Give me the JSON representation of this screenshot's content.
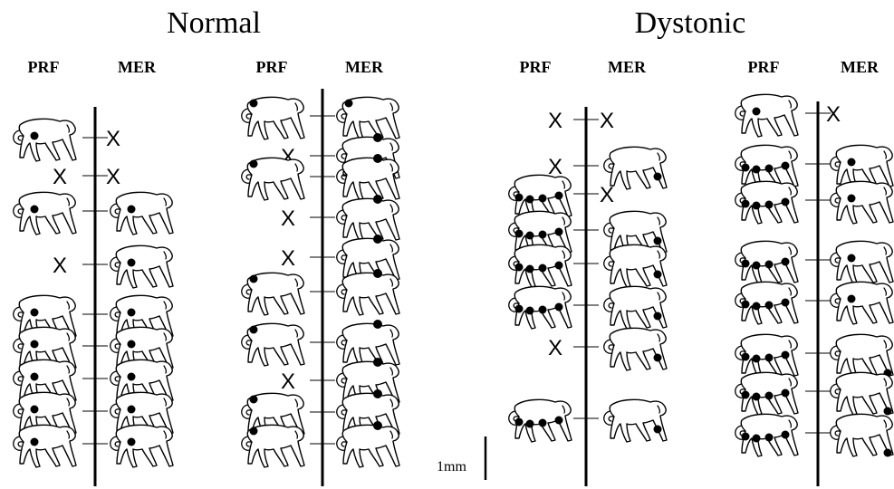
{
  "groups": {
    "normal_title": "Normal",
    "dystonic_title": "Dystonic"
  },
  "column_headers": {
    "prf": "PRF",
    "mer": "MER"
  },
  "absent_marker": "X",
  "scale_bar_label": "1mm",
  "panels": [
    {
      "group": "Normal",
      "sites": [
        {
          "prf": "body",
          "mer": "none"
        },
        {
          "prf": "none",
          "mer": "none"
        },
        {
          "prf": "body",
          "mer": "body"
        },
        {
          "prf": "none",
          "mer": "body"
        },
        {
          "prf": "body",
          "mer": "body"
        },
        {
          "prf": "body",
          "mer": "body"
        },
        {
          "prf": "body",
          "mer": "body"
        },
        {
          "prf": "body",
          "mer": "body"
        },
        {
          "prf": "body",
          "mer": "body"
        }
      ]
    },
    {
      "group": "Normal",
      "sites": [
        {
          "prf": "head",
          "mer": "head"
        },
        {
          "prf": "none",
          "mer": "face"
        },
        {
          "prf": "head",
          "mer": "face"
        },
        {
          "prf": "none",
          "mer": "face"
        },
        {
          "prf": "none",
          "mer": "face"
        },
        {
          "prf": "head",
          "mer": "face"
        },
        {
          "prf": "head",
          "mer": "face"
        },
        {
          "prf": "none",
          "mer": "face"
        },
        {
          "prf": "head",
          "mer": "face"
        },
        {
          "prf": "head",
          "mer": "face"
        }
      ]
    },
    {
      "group": "Dystonic",
      "sites": [
        {
          "prf": "none",
          "mer": "none"
        },
        {
          "prf": "none",
          "mer": "hindlimb"
        },
        {
          "prf": "limbs",
          "mer": "none"
        },
        {
          "prf": "limbs",
          "mer": "hindlimb"
        },
        {
          "prf": "limbs",
          "mer": "hindlimb"
        },
        {
          "prf": "limbs",
          "mer": "hindlimb"
        },
        {
          "prf": "none",
          "mer": "hindlimb"
        },
        {
          "prf": "limbs",
          "mer": "hindlimb"
        }
      ]
    },
    {
      "group": "Dystonic",
      "sites": [
        {
          "prf": "body",
          "mer": "none"
        },
        {
          "prf": "limbs",
          "mer": "body"
        },
        {
          "prf": "limbs",
          "mer": "body"
        },
        {
          "prf": "limbs",
          "mer": "body"
        },
        {
          "prf": "limbs",
          "mer": "body"
        },
        {
          "prf": "limbs",
          "mer": "foot"
        },
        {
          "prf": "limbs",
          "mer": "foot"
        },
        {
          "prf": "limbs",
          "mer": "foot"
        }
      ]
    }
  ]
}
